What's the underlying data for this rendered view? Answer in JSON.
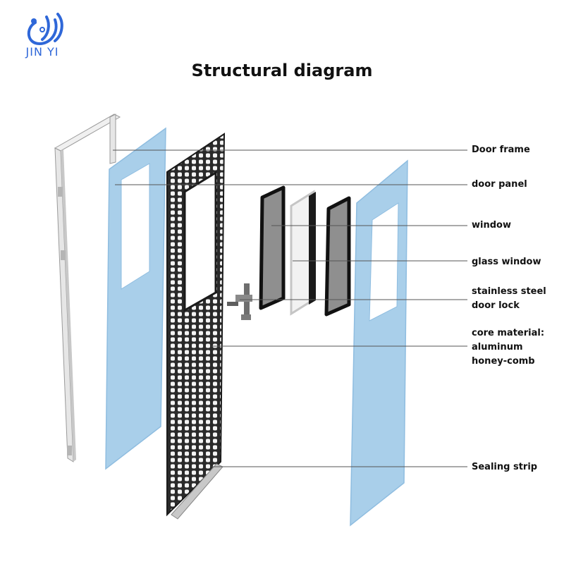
{
  "brand": {
    "name": "JIN YI",
    "icon": "jinyi-logo-icon",
    "color": "#2f67d8"
  },
  "title": "Structural diagram",
  "colors": {
    "panel": "#a9cfea",
    "panel_edge": "#8fbde0",
    "frame": "#e8e8e8",
    "honeycomb": "#2a2a2a",
    "glass": "#9a9a9a",
    "leader_line": "#555555"
  },
  "labels": [
    {
      "id": "door-frame",
      "lines": [
        "Door frame"
      ]
    },
    {
      "id": "door-panel",
      "lines": [
        "door panel"
      ]
    },
    {
      "id": "window",
      "lines": [
        "window"
      ]
    },
    {
      "id": "glass-window",
      "lines": [
        "glass window"
      ]
    },
    {
      "id": "door-lock",
      "lines": [
        "stainless steel",
        "door lock"
      ]
    },
    {
      "id": "core-material",
      "lines": [
        "core material:",
        "aluminum",
        "honey-comb"
      ]
    },
    {
      "id": "sealing-strip",
      "lines": [
        "Sealing strip"
      ]
    }
  ]
}
